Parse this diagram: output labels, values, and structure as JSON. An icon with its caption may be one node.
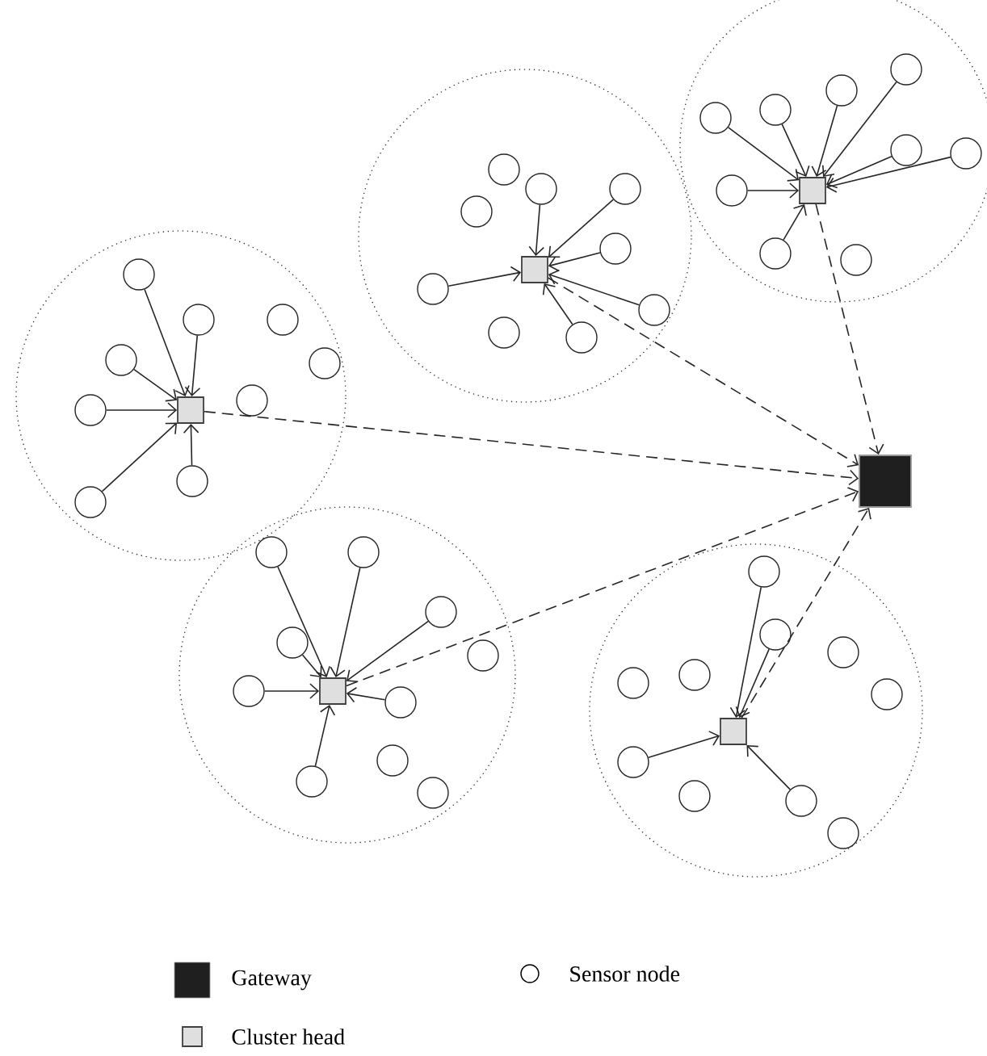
{
  "diagram": {
    "nodes": [
      {
        "text": [],
        "shape": "box"
      },
      {
        "text": [],
        "shape": "circle"
      },
      {
        "text": [],
        "shape": "circle"
      },
      {
        "text": [],
        "shape": "circle"
      },
      {
        "text": [],
        "shape": "circle"
      },
      {
        "text": [],
        "shape": "circle"
      },
      {
        "text": [],
        "shape": "circle"
      },
      {
        "text": [],
        "shape": "circle"
      },
      {
        "text": [],
        "shape": "circle"
      },
      {
        "text": [],
        "shape": "circle"
      },
      {
        "text": [],
        "shape": "box"
      },
      {
        "text": [],
        "shape": "circle"
      },
      {
        "text": [],
        "shape": "circle"
      },
      {
        "text": [],
        "shape": "circle"
      },
      {
        "text": [],
        "shape": "circle"
      },
      {
        "text": [],
        "shape": "circle"
      },
      {
        "text": [],
        "shape": "circle"
      },
      {
        "text": [],
        "shape": "circle"
      },
      {
        "text": [],
        "shape": "circle"
      },
      {
        "text": [],
        "shape": "circle"
      },
      {
        "text": [],
        "shape": "box"
      },
      {
        "text": [],
        "shape": "circle"
      },
      {
        "text": [],
        "shape": "circle"
      },
      {
        "text": [],
        "shape": "circle"
      },
      {
        "text": [],
        "shape": "circle"
      },
      {
        "text": [],
        "shape": "circle"
      },
      {
        "text": [],
        "shape": "circle"
      },
      {
        "text": [],
        "shape": "circle"
      },
      {
        "text": [],
        "shape": "circle"
      },
      {
        "text": [],
        "shape": "circle"
      },
      {
        "text": [],
        "shape": "box"
      },
      {
        "text": [],
        "shape": "box"
      },
      {
        "text": [],
        "shape": "circle"
      },
      {
        "text": [],
        "shape": "circle"
      },
      {
        "text": [],
        "shape": "circle"
      },
      {
        "text": [],
        "shape": "circle"
      },
      {
        "text": [],
        "shape": "circle"
      },
      {
        "text": [],
        "shape": "circle"
      },
      {
        "text": [],
        "shape": "circle"
      },
      {
        "text": [],
        "shape": "circle"
      },
      {
        "text": [],
        "shape": "circle"
      },
      {
        "text": [],
        "shape": "circle"
      },
      {
        "text": [],
        "shape": "box"
      },
      {
        "text": [],
        "shape": "circle"
      },
      {
        "text": [],
        "shape": "circle"
      },
      {
        "text": [],
        "shape": "circle"
      },
      {
        "text": [],
        "shape": "circle"
      },
      {
        "text": [],
        "shape": "circle"
      },
      {
        "text": [],
        "shape": "circle"
      },
      {
        "text": [],
        "shape": "circle"
      },
      {
        "text": [],
        "shape": "circle"
      },
      {
        "text": [],
        "shape": "circle"
      },
      {
        "text": [],
        "shape": "circle"
      }
    ],
    "edges": [
      {
        "from": 1,
        "to": 0,
        "arrow": "to"
      },
      {
        "from": 2,
        "to": 0,
        "arrow": "to"
      },
      {
        "from": 3,
        "to": 0,
        "arrow": "to"
      },
      {
        "from": 4,
        "to": 0,
        "arrow": "to"
      },
      {
        "from": 5,
        "to": 0,
        "arrow": "to"
      },
      {
        "from": 6,
        "to": 0,
        "arrow": "to"
      },
      {
        "from": 12,
        "to": 10,
        "arrow": "to"
      },
      {
        "from": 14,
        "to": 10,
        "arrow": "to"
      },
      {
        "from": 15,
        "to": 10,
        "arrow": "to"
      },
      {
        "from": 16,
        "to": 10,
        "arrow": "to"
      },
      {
        "from": 17,
        "to": 10,
        "arrow": "to"
      },
      {
        "from": 19,
        "to": 10,
        "arrow": "to"
      },
      {
        "from": 21,
        "to": 20,
        "arrow": "to"
      },
      {
        "from": 22,
        "to": 20,
        "arrow": "to"
      },
      {
        "from": 23,
        "to": 20,
        "arrow": "to"
      },
      {
        "from": 24,
        "to": 20,
        "arrow": "to"
      },
      {
        "from": 25,
        "to": 20,
        "arrow": "to"
      },
      {
        "from": 26,
        "to": 20,
        "arrow": "to"
      },
      {
        "from": 27,
        "to": 20,
        "arrow": "to"
      },
      {
        "from": 28,
        "to": 20,
        "arrow": "to"
      },
      {
        "from": 32,
        "to": 31,
        "arrow": "to"
      },
      {
        "from": 33,
        "to": 31,
        "arrow": "to"
      },
      {
        "from": 34,
        "to": 31,
        "arrow": "to"
      },
      {
        "from": 35,
        "to": 31,
        "arrow": "to"
      },
      {
        "from": 36,
        "to": 31,
        "arrow": "to"
      },
      {
        "from": 38,
        "to": 31,
        "arrow": "to"
      },
      {
        "from": 39,
        "to": 31,
        "arrow": "to"
      },
      {
        "from": 43,
        "to": 42,
        "arrow": "to"
      },
      {
        "from": 44,
        "to": 42,
        "arrow": "to"
      },
      {
        "from": 49,
        "to": 42,
        "arrow": "to"
      },
      {
        "from": 51,
        "to": 42,
        "arrow": "to"
      },
      {
        "from": 0,
        "to": 30,
        "arrow": "to",
        "style": "dashed"
      },
      {
        "from": 10,
        "to": 30,
        "arrow": "to",
        "style": "dashed"
      },
      {
        "from": 20,
        "to": 30,
        "arrow": "to",
        "style": "dashed"
      },
      {
        "from": 31,
        "to": 30,
        "arrow": "to",
        "style": "dashed"
      },
      {
        "from": 42,
        "to": 30,
        "arrow": "to",
        "style": "dashed"
      }
    ],
    "legend": [
      {
        "text": "Gateway"
      },
      {
        "text": "Cluster head"
      },
      {
        "text": "Sensor node"
      }
    ]
  }
}
